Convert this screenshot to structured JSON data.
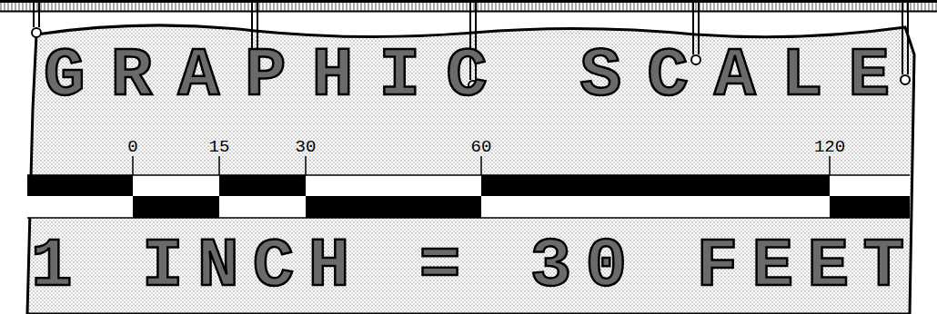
{
  "diagram": {
    "title": "GRAPHIC SCALE",
    "caption": "1 INCH = 30 FEET",
    "labels": [
      "0",
      "15",
      "30",
      "60",
      "120"
    ]
  }
}
